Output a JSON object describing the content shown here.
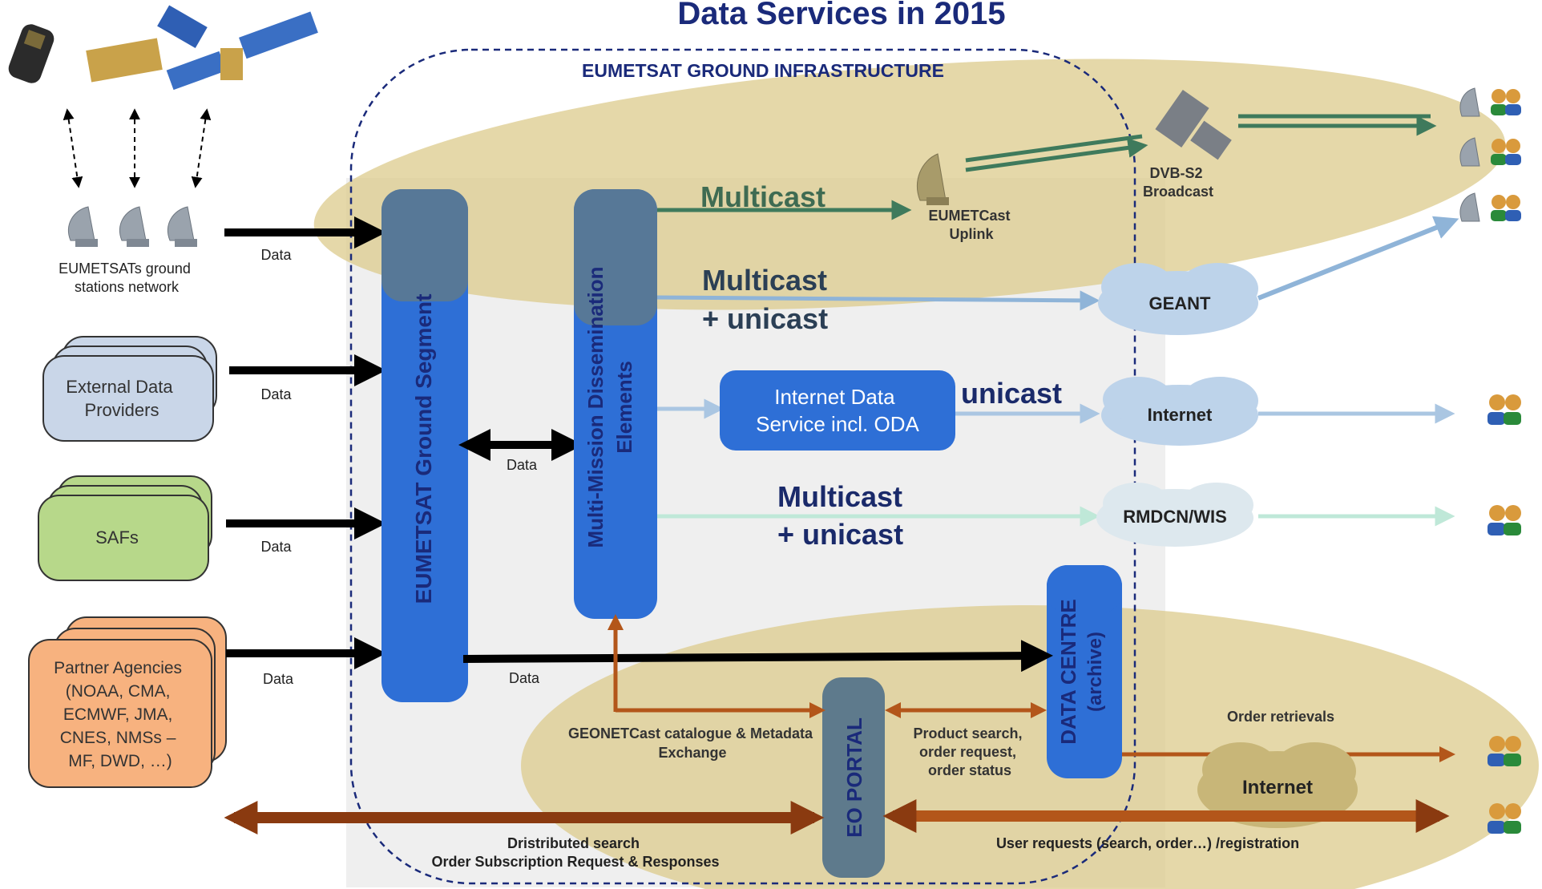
{
  "title": "Data Services in 2015",
  "infrastructure_label": "EUMETSAT GROUND INFRASTRUCTURE",
  "colors": {
    "title": "#1a2a7a",
    "tan_ellipse": "#dccb8c",
    "blue_box": "#2e6fd6",
    "slate_box": "#5e7a8c",
    "multicast_green": "#3f7a5c",
    "geant_blue": "#8fb4d8",
    "internet_blue": "#aac6e2",
    "rmdcn_green": "#bfe8d8",
    "orange_arrow": "#b3561a",
    "dark_orange_arrow": "#8a3a10",
    "ext_providers": "#c9d6e8",
    "safs": "#b7d88a",
    "partners": "#f7b27f",
    "cloud": "#bdd3ea",
    "cloud_tan": "#c8b678"
  },
  "sources": {
    "ground_stations": "EUMETSATs ground stations network",
    "external_providers": "External Data Providers",
    "safs": "SAFs",
    "partners": "Partner Agencies (NOAA, CMA, ECMWF, JMA, CNES, NMSs – MF, DWD, …)"
  },
  "data_label": "Data",
  "ground_segment": "EUMETSAT Ground Segment",
  "dissemination": "Multi-Mission Dissemination Elements",
  "internet_data_service": "Internet Data Service incl. ODA",
  "data_centre": "DATA CENTRE (archive)",
  "eo_portal": "EO PORTAL",
  "channels": {
    "multicast": "Multicast",
    "multicast_unicast_1": "Multicast",
    "multicast_unicast_2": "+ unicast",
    "unicast": "unicast",
    "rmdcn_1": "Multicast",
    "rmdcn_2": "+ unicast"
  },
  "uplink": "EUMETCast Uplink",
  "dvb": "DVB-S2 Broadcast",
  "networks": {
    "geant": "GEANT",
    "internet": "Internet",
    "rmdcn": "RMDCN/WIS",
    "internet_2": "Internet"
  },
  "annotations": {
    "geonetcast": "GEONETCast catalogue & Metadata Exchange",
    "product_search": "Product search, order request, order status",
    "order_retrievals": "Order retrievals",
    "distributed_search": "Dristributed search",
    "order_subscription": "Order Subscription Request & Responses",
    "user_requests": "User requests (search, order…) /registration"
  },
  "icons": {
    "satellites": "satellite-icon",
    "dishes": "satellite-dish-icon",
    "users": "user-group-icon",
    "cloud": "cloud-icon"
  }
}
